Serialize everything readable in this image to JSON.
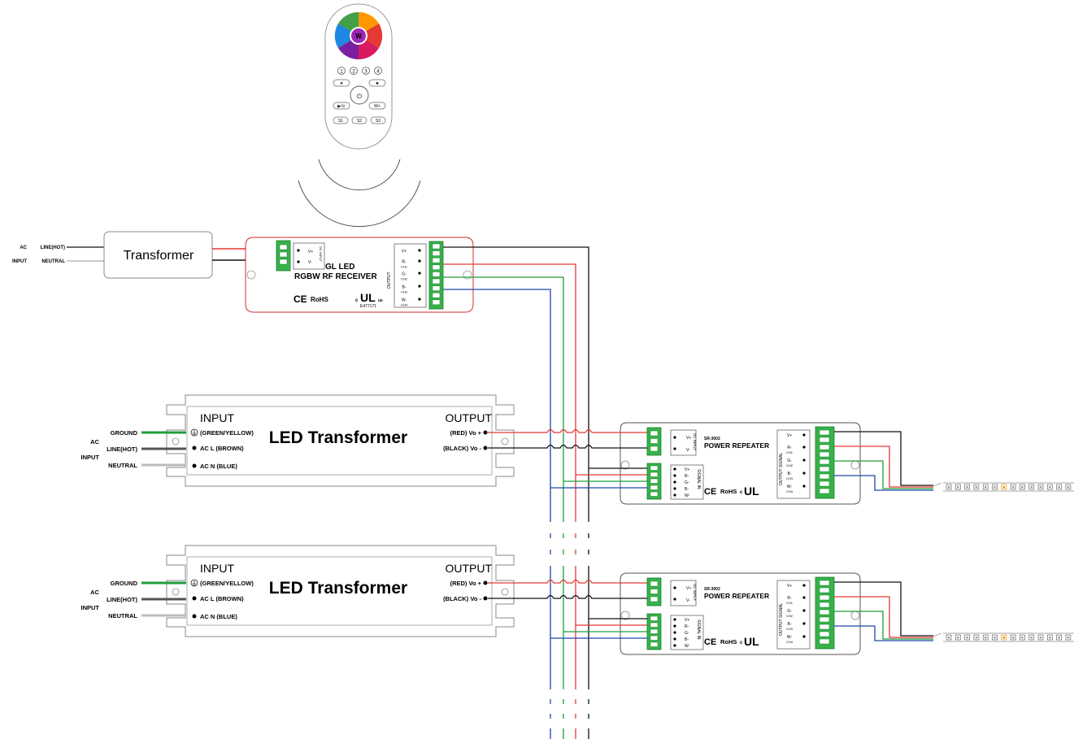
{
  "colors": {
    "red": "#e53935",
    "black": "#111111",
    "green": "#1e9e3a",
    "blue": "#1f47a8",
    "gray_wire": "#555555",
    "neutral_wire": "#bbbbbb",
    "terminal": "#35b34a",
    "receiver_border": "#d32f2f"
  },
  "remote": {
    "wheel_label": "W",
    "zones": [
      "1",
      "2",
      "3",
      "4"
    ],
    "buttons": [
      "✶",
      "✷",
      "⏻",
      "▶/⊙",
      "W+",
      "S1",
      "S2",
      "S3"
    ]
  },
  "ac_input_top": {
    "ac": "AC",
    "input": "INPUT",
    "line": "LINE(HOT)",
    "neutral": "NEUTRAL"
  },
  "transformer_box": {
    "label": "Transformer"
  },
  "receiver": {
    "title1": "GL LED",
    "title2": "RGBW RF RECEIVER",
    "input_pins": [
      "V+",
      "V-"
    ],
    "input_label": "DC INPUT",
    "output_label": "OUTPUT",
    "output_pins": [
      "V+",
      "R-",
      "CH1",
      "G-",
      "CH2",
      "B-",
      "CH3",
      "W-",
      "CH4"
    ],
    "cert_ce": "CE",
    "cert_rohs": "RoHS",
    "cert_ul": "UL",
    "cert_c": "c",
    "cert_us": "us",
    "cert_number": "E477171"
  },
  "led_transformers": [
    {
      "input_title": "INPUT",
      "output_title": "OUTPUT",
      "name": "LED Transformer",
      "ground_pin": "(GREEN/YELLOW)",
      "line_pin": "AC L (BROWN)",
      "neutral_pin": "AC N (BLUE)",
      "out_plus": "(RED) Vo +",
      "out_minus": "(BLACK) Vo -",
      "ac": "AC",
      "input": "INPUT",
      "ground": "GROUND",
      "line": "LINE(HOT)",
      "neutral": "NEUTRAL"
    },
    {
      "input_title": "INPUT",
      "output_title": "OUTPUT",
      "name": "LED Transformer",
      "ground_pin": "(GREEN/YELLOW)",
      "line_pin": "AC L (BROWN)",
      "neutral_pin": "AC N (BLUE)",
      "out_plus": "(RED) Vo +",
      "out_minus": "(BLACK) Vo -",
      "ac": "AC",
      "input": "INPUT",
      "ground": "GROUND",
      "line": "LINE(HOT)",
      "neutral": "NEUTRAL"
    }
  ],
  "repeaters": [
    {
      "model": "SR-3002",
      "title": "POWER REPEATER",
      "dc_pins": [
        "V+",
        "V-"
      ],
      "dc_label": "DC INPUT",
      "signal_pins": [
        "V+",
        "R-",
        "G-",
        "B-",
        "W-"
      ],
      "signal_label": "SIGNAL IN",
      "output_label": "OUTPUT SIGNAL",
      "output_pins": [
        "V+",
        "R-",
        "CH1",
        "G-",
        "CH2",
        "B-",
        "CH3",
        "W-",
        "CH4"
      ],
      "cert_ce": "CE",
      "cert_rohs": "RoHS",
      "cert_ul": "UL",
      "cert_c": "c"
    },
    {
      "model": "SR-3002",
      "title": "POWER REPEATER",
      "dc_pins": [
        "V+",
        "V-"
      ],
      "dc_label": "DC INPUT",
      "signal_pins": [
        "V+",
        "R-",
        "G-",
        "B-",
        "W-"
      ],
      "signal_label": "SIGNAL IN",
      "output_label": "OUTPUT SIGNAL",
      "output_pins": [
        "V+",
        "R-",
        "CH1",
        "G-",
        "CH2",
        "B-",
        "CH3",
        "W-",
        "CH4"
      ],
      "cert_ce": "CE",
      "cert_rohs": "RoHS",
      "cert_ul": "UL",
      "cert_c": "c"
    }
  ]
}
